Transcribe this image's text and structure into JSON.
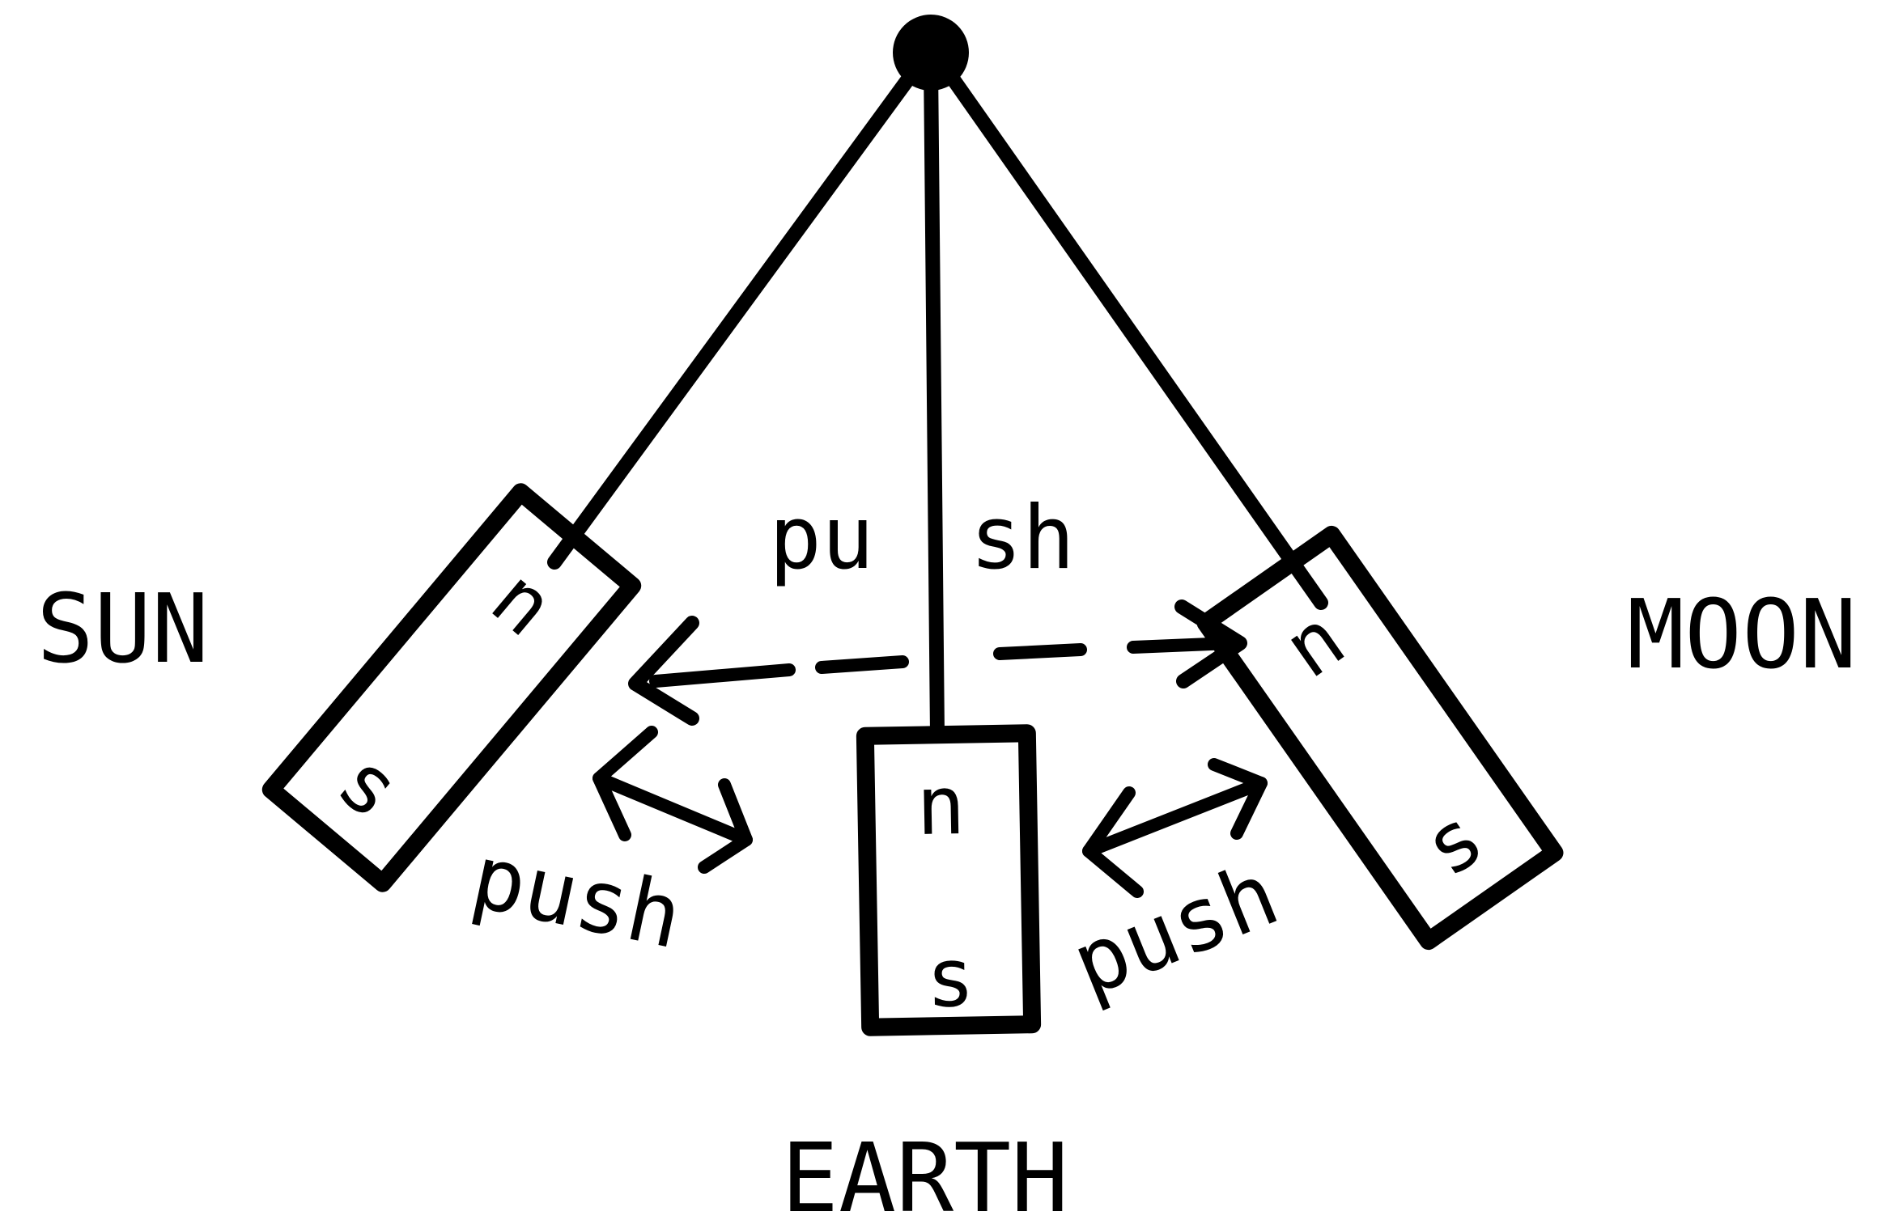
{
  "bodies": {
    "sun": "SUN",
    "earth": "EARTH",
    "moon": "MOON"
  },
  "poles": {
    "north": "n",
    "south": "s"
  },
  "forces": {
    "top_left": "pu",
    "top_right": "sh",
    "sun_earth": "push",
    "earth_moon": "push"
  },
  "colors": {
    "ink": "#000000",
    "background": "#ffffff"
  }
}
